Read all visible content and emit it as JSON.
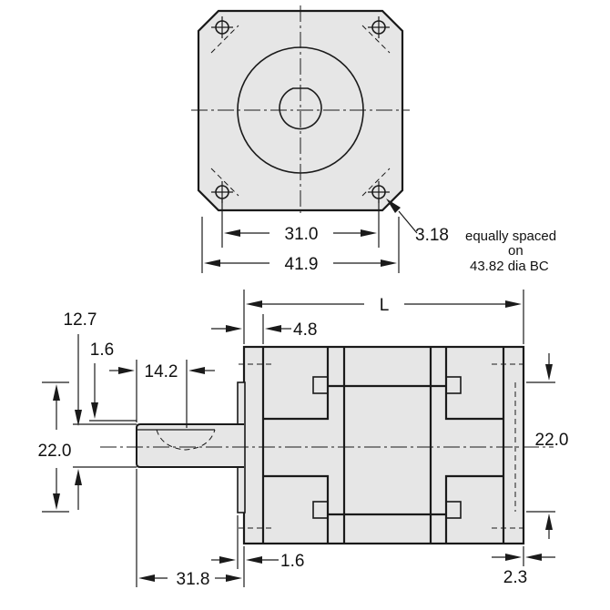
{
  "dimensions": {
    "hole_spacing": "31.0",
    "flange_width": "41.9",
    "hole_dia": "3.18",
    "hole_note_line1": "equally spaced",
    "hole_note_line2": "on",
    "hole_note_line3": "43.82 dia BC",
    "length": "L",
    "flange_thickness": "4.8",
    "pilot_height": "1.6",
    "shaft_flat_offset": "12.7",
    "flat_length": "14.2",
    "shaft_center_left": "22.0",
    "shaft_center_right": "22.0",
    "pilot_depth": "1.6",
    "shaft_length": "31.8",
    "rear_offset": "2.3"
  }
}
